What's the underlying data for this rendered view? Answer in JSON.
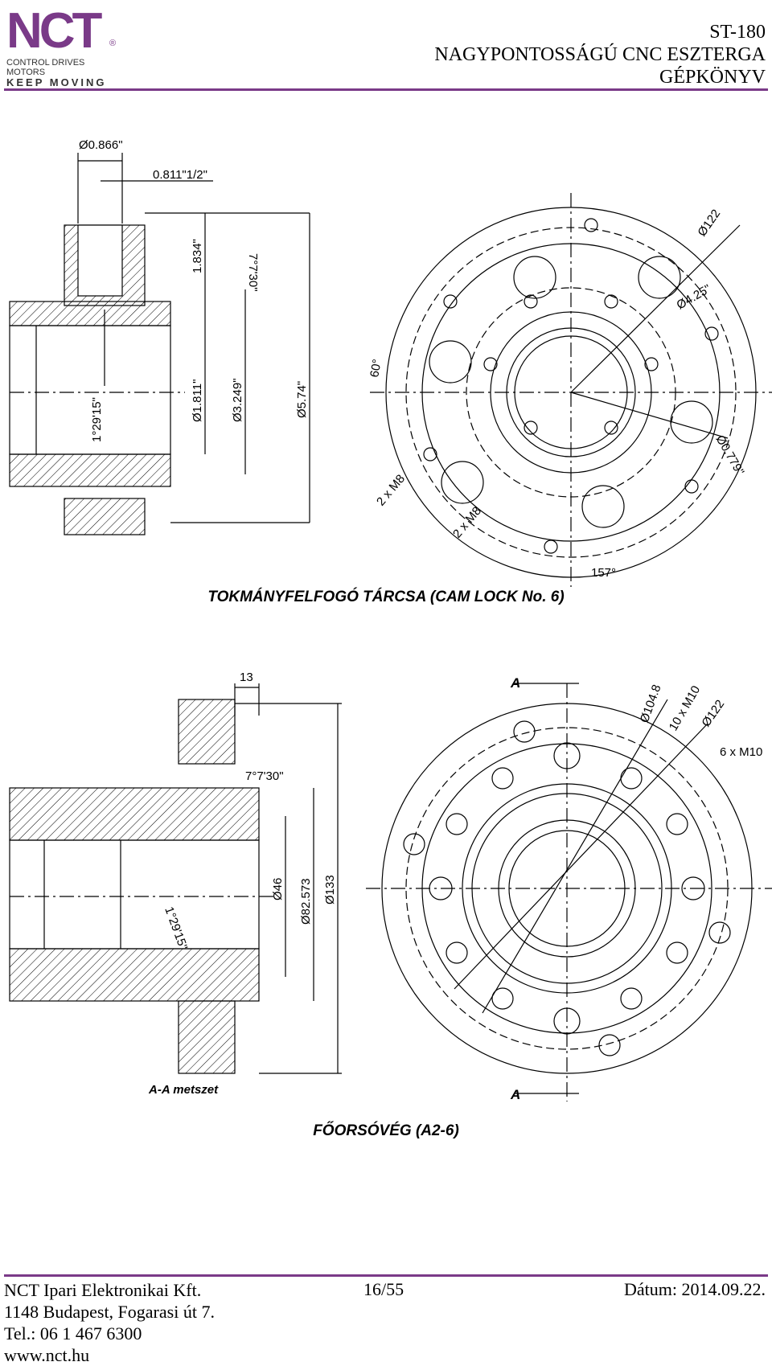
{
  "logo": {
    "mark": "NCT",
    "reg": "®",
    "line1": "CONTROL DRIVES MOTORS",
    "line2": "KEEP MOVING"
  },
  "header": {
    "model": "ST-180",
    "title": "NAGYPONTOSSÁGÚ CNC ESZTERGA",
    "subtitle": "GÉPKÖNYV"
  },
  "drawing1": {
    "caption": "TOKMÁNYFELFOGÓ TÁRCSA (CAM LOCK No. 6)",
    "dims": {
      "d0866": "Ø0.866\"",
      "d0811": "0.811\"1/2\"",
      "d1834": "1.834\"",
      "a7730": "7°7'30\"",
      "a12915": "1°29'15\"",
      "d1811": "Ø1.811\"",
      "d3249": "Ø3.249\"",
      "d574": "Ø5.74\"",
      "d122": "Ø122",
      "d425": "Ø4.25\"",
      "d0779": "Ø0.779\"",
      "a60": "60°",
      "a157": "157°",
      "m8a": "2 x M8",
      "m8b": "2 x M8"
    }
  },
  "drawing2": {
    "caption": "FŐORSÓVÉG (A2-6)",
    "section_label": "A-A metszet",
    "section_mark": "A",
    "dims": {
      "d13": "13",
      "a7730": "7°7'30\"",
      "a12915": "1°29'15\"",
      "d46": "Ø46",
      "d82573": "Ø82.573",
      "d133": "Ø133",
      "d1048": "Ø104.8",
      "m10a": "10 x M10",
      "d122": "Ø122",
      "m10b": "6 x M10"
    }
  },
  "footer": {
    "company": "NCT Ipari Elektronikai Kft.",
    "address": "1148 Budapest, Fogarasi út 7.",
    "phone": "Tel.: 06 1 467 6300",
    "web": "www.nct.hu",
    "page": "16/55",
    "date": "Dátum: 2014.09.22."
  },
  "colors": {
    "accent": "#7a3a88"
  }
}
